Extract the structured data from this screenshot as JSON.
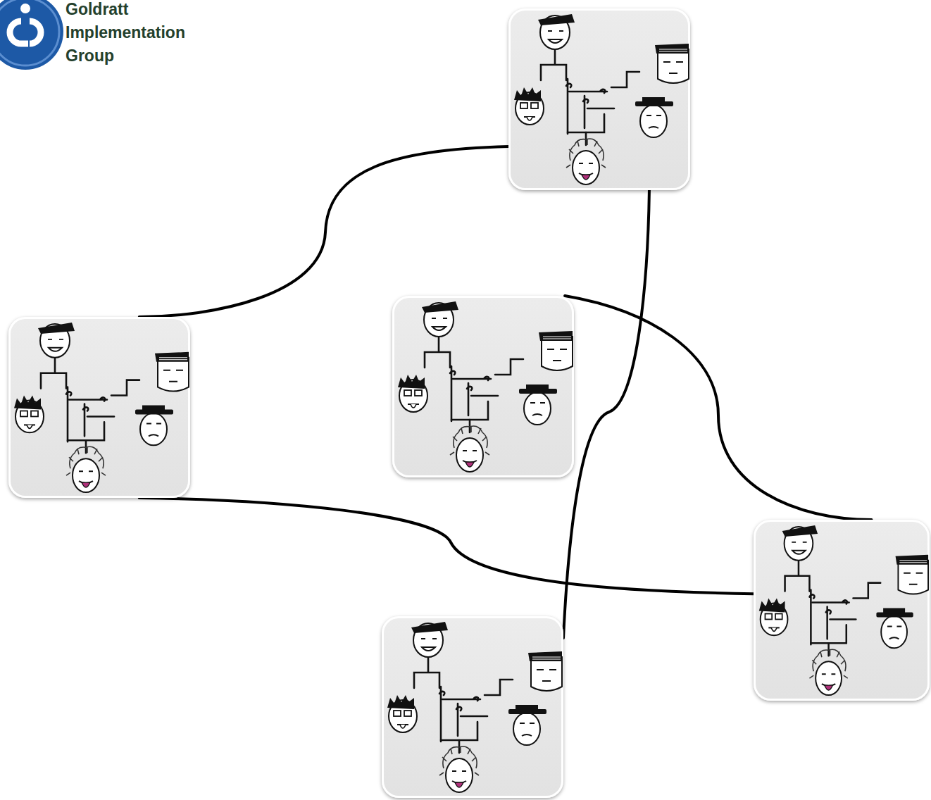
{
  "diagram": {
    "nodes": [
      {
        "text": []
      },
      {
        "text": []
      },
      {
        "text": []
      },
      {
        "text": []
      },
      {
        "text": []
      }
    ],
    "edges": [
      {
        "from": 0,
        "to": 1,
        "arrow": "none"
      },
      {
        "from": 0,
        "to": 4,
        "arrow": "none"
      },
      {
        "from": 2,
        "to": 3,
        "arrow": "none"
      },
      {
        "from": 1,
        "to": 3,
        "arrow": "none"
      }
    ],
    "labels": [
      "Goldratt Implementation Group"
    ]
  }
}
